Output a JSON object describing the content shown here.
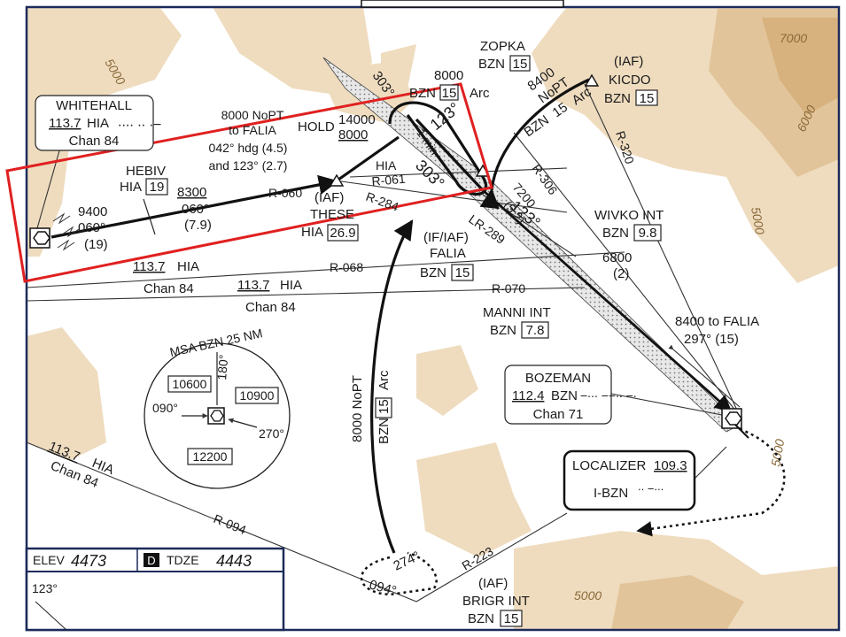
{
  "terrain": {
    "contours": [
      "7000",
      "6000",
      "5000",
      "5000",
      "5000",
      "5000"
    ]
  },
  "fixes": {
    "whitehall": {
      "name": "WHITEHALL",
      "freq": "113.7",
      "id": "HIA",
      "chan": "Chan 84"
    },
    "bozeman": {
      "name": "BOZEMAN",
      "freq": "112.4",
      "id": "BZN",
      "chan": "Chan 71"
    },
    "localizer": {
      "name": "LOCALIZER",
      "freq": "109.3",
      "id": "I-BZN"
    },
    "zopka": {
      "name": "ZOPKA",
      "ref": "BZN",
      "dist": "15"
    },
    "kicdo": {
      "role": "(IAF)",
      "name": "KICDO",
      "ref": "BZN",
      "dist": "15"
    },
    "hebiv": {
      "name": "HEBIV",
      "ref": "HIA",
      "dist": "19"
    },
    "these": {
      "role": "(IAF)",
      "name": "THESE",
      "ref": "HIA",
      "dist": "26.9"
    },
    "falia": {
      "role": "(IF/IAF)",
      "name": "FALIA",
      "ref": "BZN",
      "dist": "15"
    },
    "wivko": {
      "name": "WIVKO INT",
      "ref": "BZN",
      "dist": "9.8"
    },
    "manni": {
      "name": "MANNI INT",
      "ref": "BZN",
      "dist": "7.8"
    },
    "brigr": {
      "role": "(IAF)",
      "name": "BRIGR INT",
      "ref": "BZN",
      "dist": "15"
    }
  },
  "labels": {
    "arc_top": {
      "alt": "8000",
      "ref": "BZN",
      "dist": "15",
      "word": "Arc"
    },
    "kicdo_arc": {
      "alt": "8400",
      "nopt": "NoPT",
      "ref": "BZN",
      "dist": "15",
      "word": "Arc"
    },
    "hold": {
      "word": "HOLD",
      "alt_hi": "14000",
      "alt_lo": "8000"
    },
    "one_min": "1 min",
    "crs_303": "303°",
    "crs_123": "123°",
    "hold_303": "303°",
    "hold_123": "123°",
    "nopt_falia": {
      "l1": "8000 NoPT",
      "l2": "to FALIA",
      "l3": "042° hdg (4.5)",
      "l4": "and 123° (2.7)"
    },
    "seg_9400": {
      "alt": "9400",
      "crs": "060°",
      "dist": "(19)"
    },
    "seg_8300": {
      "alt": "8300",
      "crs": "060°",
      "dist": "(7.9)"
    },
    "r060": "R-060",
    "r061": "R-061",
    "hia_small": "HIA",
    "r284": "R-284",
    "r306": "R-306",
    "r320": "R-320",
    "lr289": "LR-289",
    "d7200": "7200",
    "d52": "(5.2)",
    "r068": "R-068",
    "r070": "R-070",
    "r094": "R-094",
    "r223": "R-223",
    "hia_r068": {
      "freq": "113.7",
      "id": "HIA",
      "chan": "Chan 84"
    },
    "hia_r070": {
      "freq": "113.7",
      "id": "HIA",
      "chan": "Chan 84"
    },
    "hia_r094": {
      "freq": "113.7",
      "id": "HIA",
      "chan": "Chan 84"
    },
    "wivko_alt": {
      "alt": "6800",
      "dist": "(2)"
    },
    "falia_8400": {
      "l1": "8400 to FALIA",
      "l2": "297° (15)"
    },
    "arc_south": {
      "l1": "8000 NoPT",
      "ref": "BZN",
      "dist": "15",
      "word": "Arc"
    },
    "brigr_274": "274°",
    "brigr_094": "094°"
  },
  "msa": {
    "title": "MSA BZN 25 NM",
    "sector_nw": "10600",
    "sector_ne": "10900",
    "sector_s": "12200",
    "b180": "180°",
    "b090": "090°",
    "b270": "270°"
  },
  "elev_bar": {
    "elev_label": "ELEV",
    "elev_value": "4473",
    "d_badge": "D",
    "tdze_label": "TDZE",
    "tdze_value": "4443",
    "crs_small": "123°"
  },
  "colors": {
    "terrain": "#efdcbf",
    "terrain_high": "#e2c49a",
    "highlight": "#e02020",
    "navy": "#1c2a5a"
  }
}
